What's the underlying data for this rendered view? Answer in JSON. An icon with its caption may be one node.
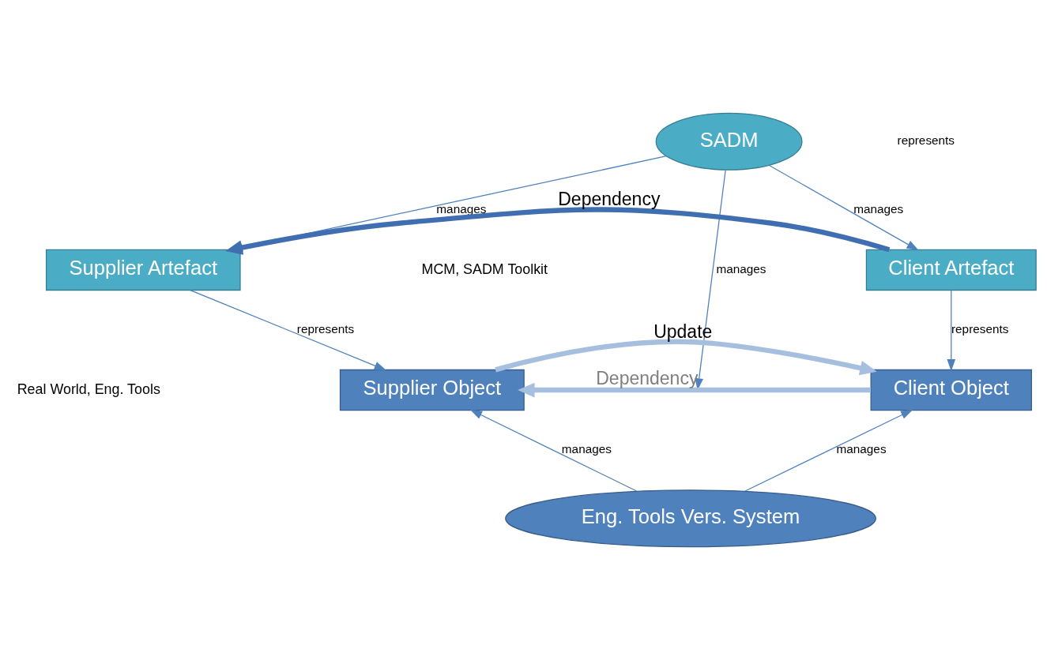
{
  "diagram": {
    "nodes": [
      {
        "text": [
          "SADM"
        ]
      },
      {
        "text": [
          "Supplier Artefact"
        ]
      },
      {
        "text": [
          "Client Artefact"
        ]
      },
      {
        "text": [
          "Supplier Object"
        ]
      },
      {
        "text": [
          "Client Object"
        ]
      },
      {
        "text": [
          "Eng. Tools Vers. System"
        ]
      }
    ],
    "edges": [
      {
        "from": 0,
        "to": 1,
        "arrow": "to",
        "label": "manages"
      },
      {
        "from": 0,
        "to": null,
        "arrow": "to",
        "label": "manages"
      },
      {
        "from": 0,
        "to": 2,
        "arrow": "to",
        "label": "manages"
      },
      {
        "from": 2,
        "to": 1,
        "arrow": "to",
        "label": "Dependency",
        "style": "thick",
        "color": "#3f6fb0"
      },
      {
        "from": 3,
        "to": 4,
        "arrow": "to",
        "label": "Update",
        "style": "thick",
        "color": "#a7bfdf"
      },
      {
        "from": 1,
        "to": 3,
        "arrow": "to",
        "label": "represents"
      },
      {
        "from": 2,
        "to": 4,
        "arrow": "to",
        "label": "represents"
      },
      {
        "from": 4,
        "to": 3,
        "arrow": "to",
        "label": "Dependency",
        "style": "thick",
        "color": "#a7bfdf"
      },
      {
        "from": 5,
        "to": 3,
        "arrow": "to",
        "label": "manages"
      },
      {
        "from": 5,
        "to": 4,
        "arrow": "to",
        "label": "manages"
      }
    ],
    "labels": [
      "MCM, SADM Toolkit",
      "represents",
      "Real World, Eng. Tools"
    ]
  }
}
